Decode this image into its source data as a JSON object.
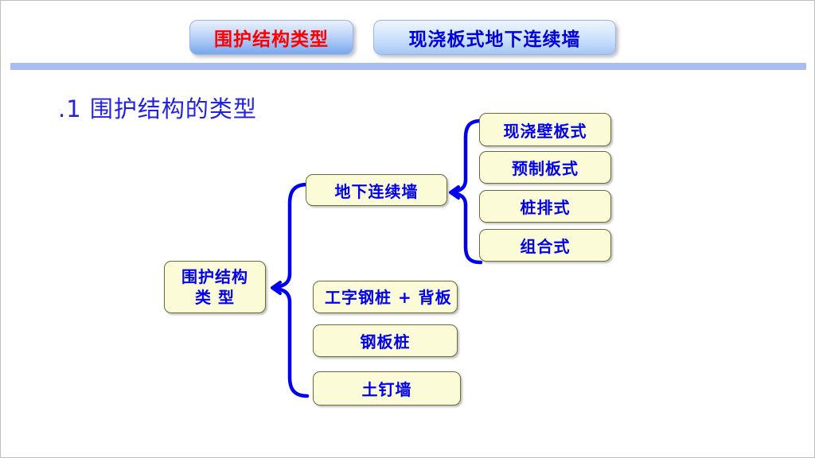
{
  "slide": {
    "header": {
      "tabs": [
        {
          "label": "围护结构类型",
          "text_color": "#ff0000"
        },
        {
          "label": "现浇板式地下连续墙",
          "text_color": "#0000dd"
        }
      ],
      "divider_color": "#aabdf2"
    },
    "section_heading": ".1   围护结构的类型",
    "heading_color": "#2222dd"
  },
  "diagram": {
    "type": "tree",
    "node_fill": "#fbfbd8",
    "node_border": "#6b6b3a",
    "node_text_color": "#0000ee",
    "connector_color": "#0000ee",
    "root": {
      "label": "围护结构\n类  型"
    },
    "branch_wall": {
      "label": "地下连续墙"
    },
    "wall_children": [
      {
        "label": "现浇壁板式"
      },
      {
        "label": "预制板式"
      },
      {
        "label": "桩排式"
      },
      {
        "label": "组合式"
      }
    ],
    "root_children": [
      {
        "label": "工字钢桩 + 背板"
      },
      {
        "label": "钢板桩"
      },
      {
        "label": "土钉墙"
      }
    ]
  }
}
